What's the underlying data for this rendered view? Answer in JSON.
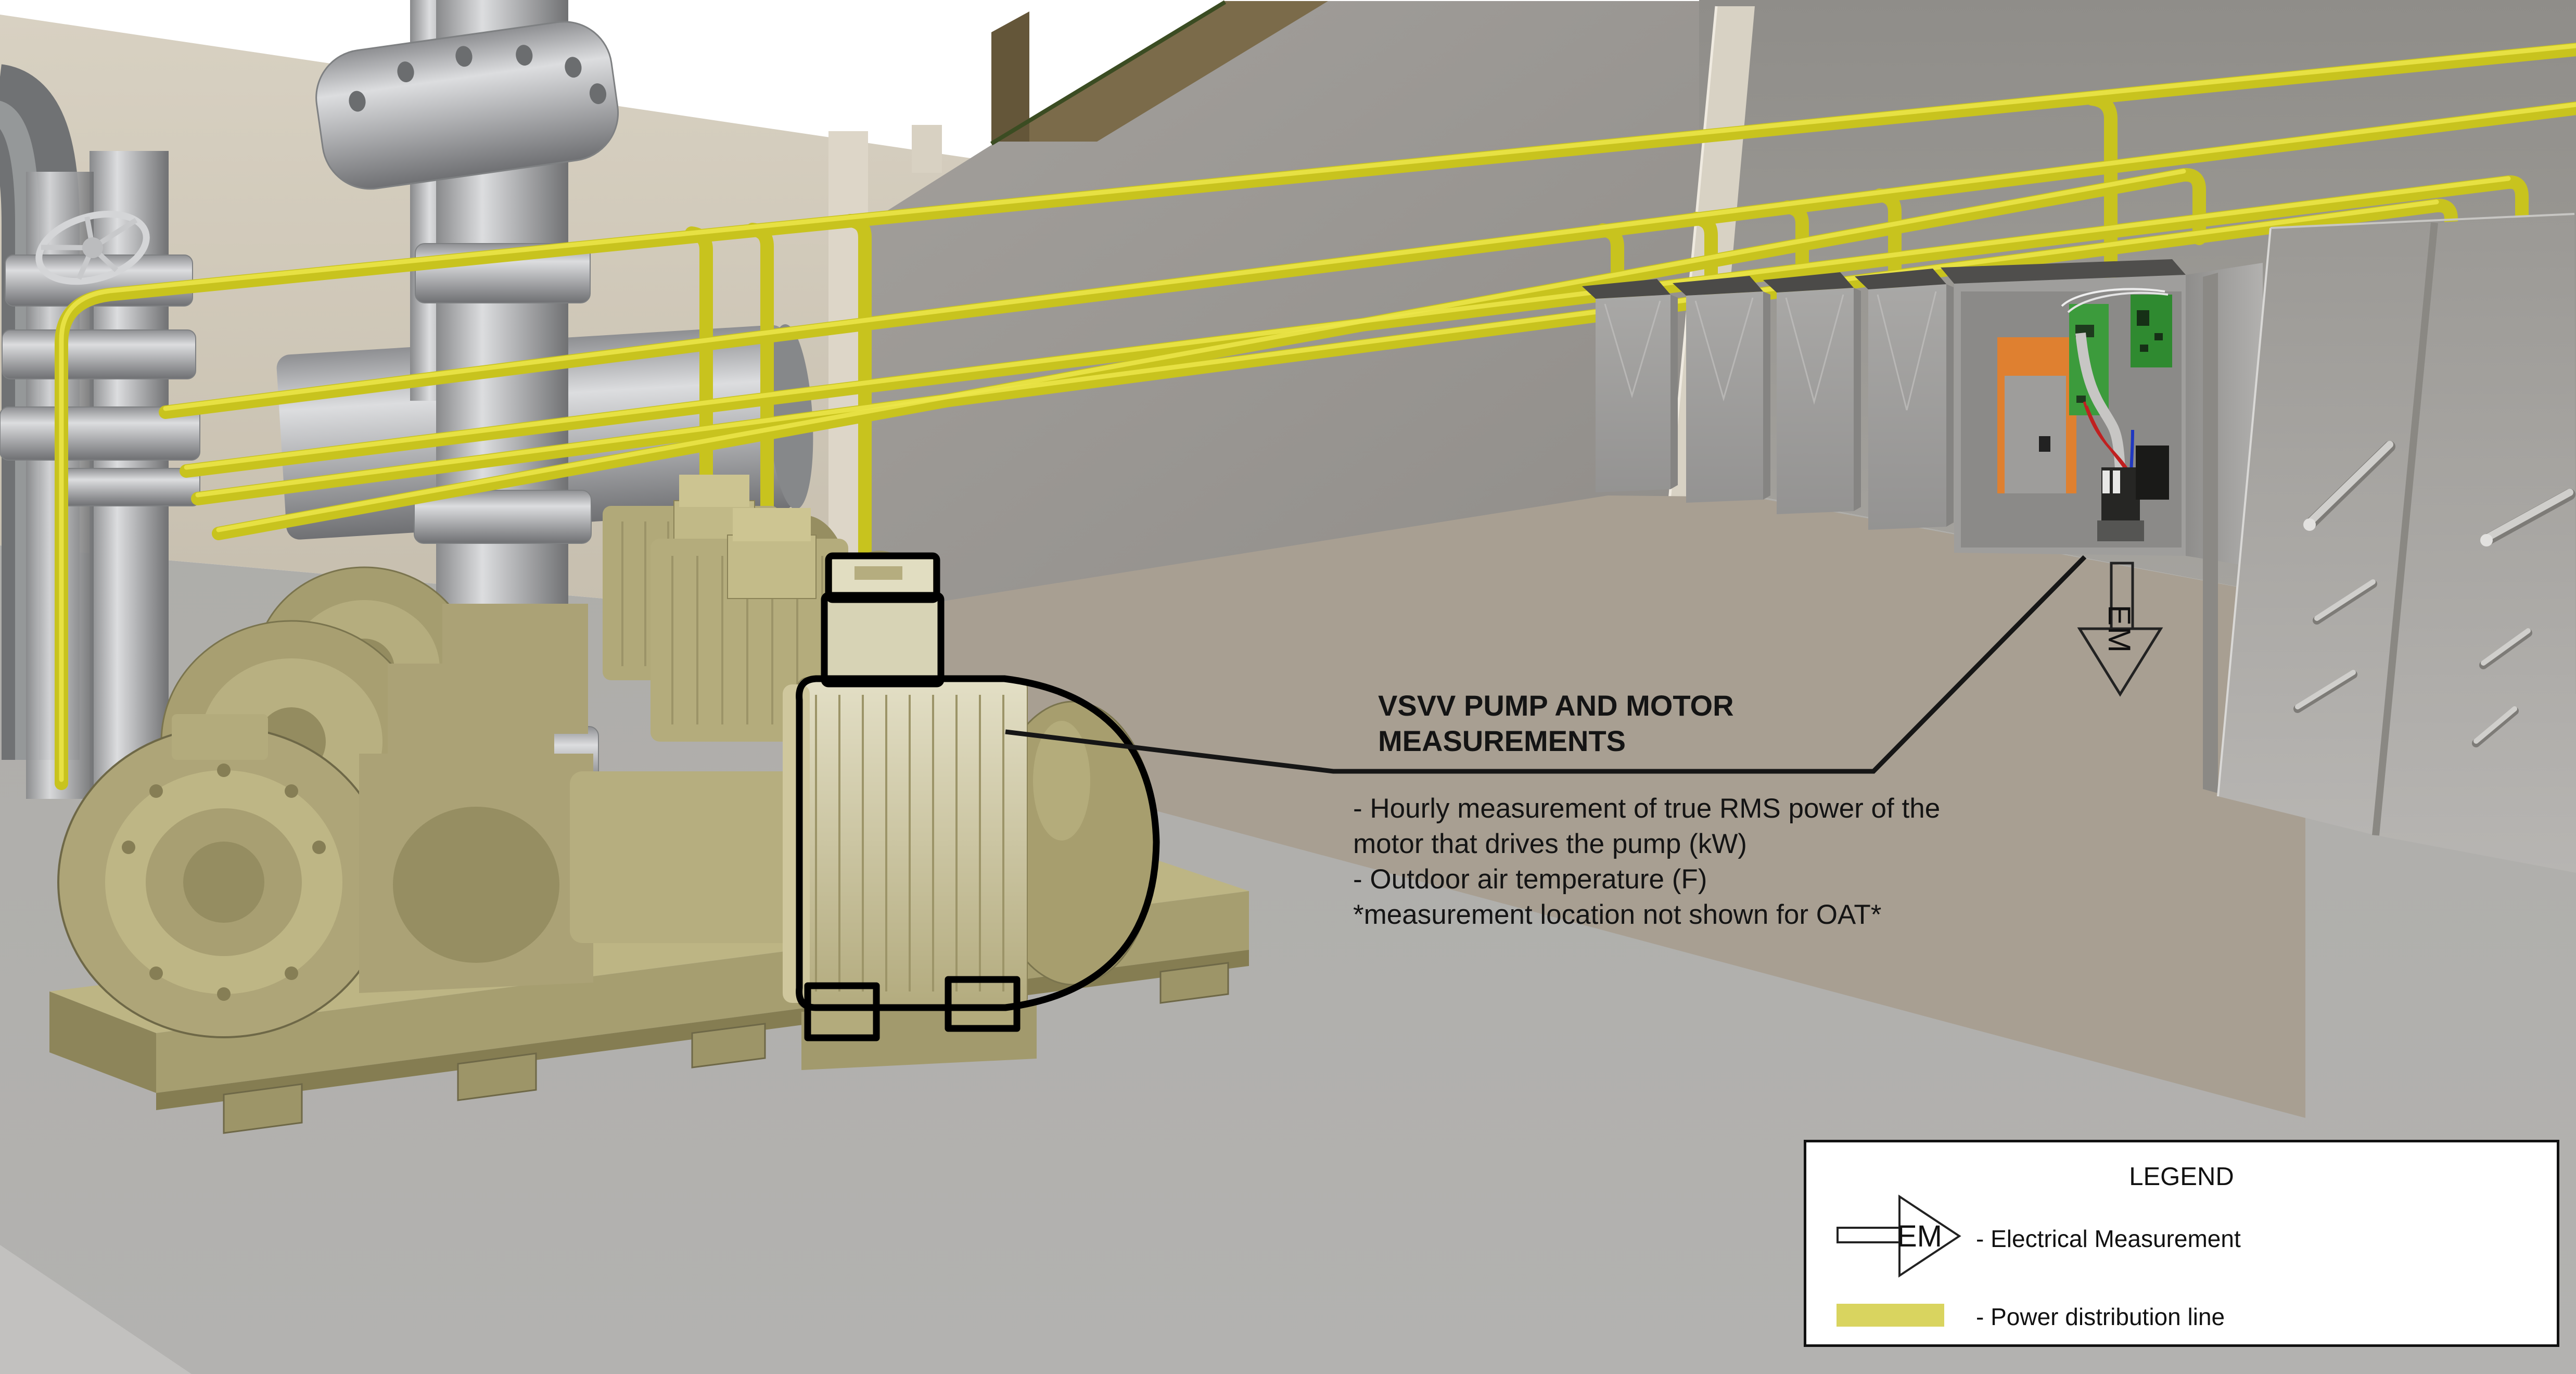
{
  "annotation": {
    "title": [
      "VSVV PUMP AND MOTOR",
      "MEASUREMENTS"
    ],
    "body": [
      "- Hourly measurement of true RMS power of the",
      "motor that drives the pump (kW)",
      "- Outdoor air temperature (F)",
      "*measurement location not shown for OAT*"
    ]
  },
  "em_marker": {
    "label": "EM"
  },
  "legend": {
    "title": "LEGEND",
    "em_label": "EM",
    "item_electrical": "- Electrical Measurement",
    "item_power": "- Power distribution line"
  },
  "colors": {
    "power_line_yellow": "#c8c31e",
    "legend_swatch_yellow": "#d9d45f",
    "cabinet_orange": "#df8030",
    "pcb_green_light": "#3c9b3c",
    "pcb_green_dark": "#2f8a30"
  }
}
